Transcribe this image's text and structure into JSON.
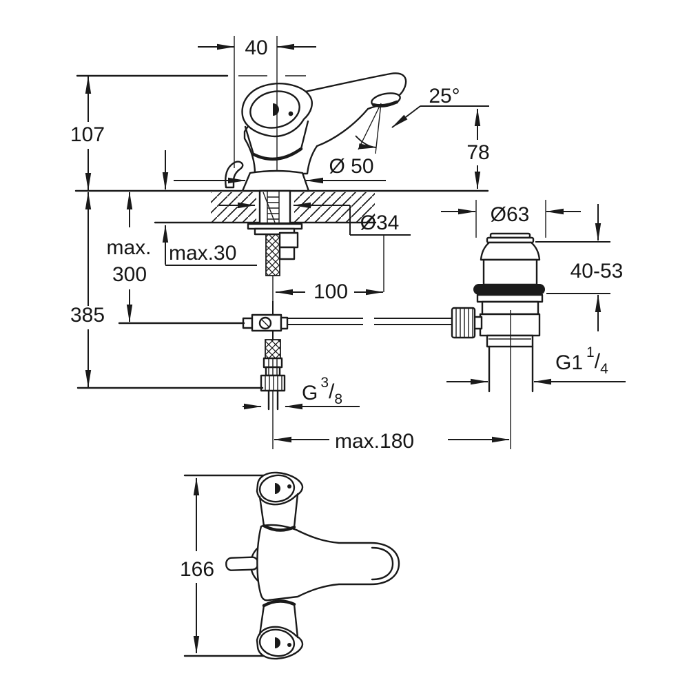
{
  "colors": {
    "background": "#ffffff",
    "ink": "#1a1a1a"
  },
  "labels": {
    "handle_offset": "40",
    "total_height": "107",
    "spout_angle": "25°",
    "spout_outlet_height": "78",
    "base_diameter": "Ø 50",
    "hole_diameter": "Ø34",
    "deck_thickness_max": "max.30",
    "hose_reach_line1": "max.",
    "hose_reach_line2": "300",
    "overall_reach": "385",
    "hole_offset": "100",
    "waste_flange_diameter": "Ø63",
    "waste_clamp_range": "40-53",
    "waste_thread_base": "G1",
    "waste_thread_numerator": "1",
    "waste_thread_slash": "/",
    "waste_thread_denominator": "4",
    "supply_thread_base": "G",
    "supply_thread_numerator": "3",
    "supply_thread_slash": "/",
    "supply_thread_denominator": "8",
    "waste_max_distance": "max.180",
    "plan_depth": "166"
  }
}
